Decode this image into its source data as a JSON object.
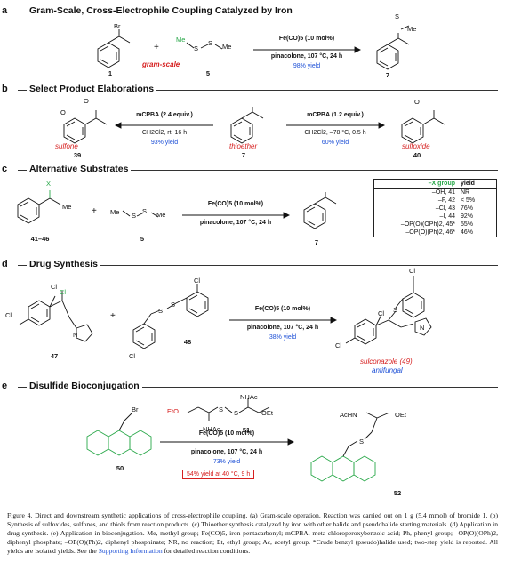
{
  "sections": {
    "a": {
      "letter": "a",
      "title": "Gram-Scale, Cross-Electrophile Coupling Catalyzed by Iron"
    },
    "b": {
      "letter": "b",
      "title": "Select Product Elaborations"
    },
    "c": {
      "letter": "c",
      "title": "Alternative Substrates"
    },
    "d": {
      "letter": "d",
      "title": "Drug Synthesis"
    },
    "e": {
      "letter": "e",
      "title": "Disulfide Bioconjugation"
    }
  },
  "a": {
    "br": "Br",
    "plus": "+",
    "s": "S",
    "me": "Me",
    "label_scale": "gram-scale",
    "num1": "1",
    "num5": "5",
    "num7": "7",
    "cond1": "Fe(CO)5 (10 mol%)",
    "cond2": "pinacolone, 107 °C, 24 h",
    "yield": "98% yield"
  },
  "b": {
    "cond_left1": "mCPBA (2.4 equiv.)",
    "cond_left2": "CH2Cl2, rt, 16 h",
    "yield_left": "93% yield",
    "cond_right1": "mCPBA (1.2 equiv.)",
    "cond_right2": "CH2Cl2, –78 °C, 0.5 h",
    "yield_right": "60% yield",
    "label_sulfone": "sulfone",
    "label_thioether": "thioether",
    "label_sulfoxide": "sulfoxide",
    "num39": "39",
    "num7": "7",
    "num40": "40",
    "o": "O"
  },
  "c": {
    "x": "X",
    "me": "Me",
    "num_range": "41–46",
    "plus": "+",
    "num5": "5",
    "num7": "7",
    "cond1": "Fe(CO)5 (10 mol%)",
    "cond2": "pinacolone, 107 °C, 24 h",
    "table": {
      "h1": "–X group",
      "h2": "yield",
      "rows": [
        {
          "g": "–OH, 41",
          "y": "NR"
        },
        {
          "g": "–F, 42",
          "y": "< 5%"
        },
        {
          "g": "–Cl, 43",
          "y": "76%"
        },
        {
          "g": "–I, 44",
          "y": "92%"
        },
        {
          "g": "–OP(O)(OPh)2, 45*",
          "y": "55%"
        },
        {
          "g": "–OP(O)(Ph)2, 46*",
          "y": "46%"
        }
      ]
    }
  },
  "d": {
    "cl": "Cl",
    "n": "N",
    "num47": "47",
    "num48": "48",
    "plus": "+",
    "cond1": "Fe(CO)5 (10 mol%)",
    "cond2": "pinacolone, 107 °C, 24 h",
    "yield": "38% yield",
    "label_drug": "sulconazole (49)",
    "label_use": "antifungal"
  },
  "e": {
    "br": "Br",
    "eto": "EtO",
    "oet": "OEt",
    "nhac": "NHAc",
    "achn": "AcHN",
    "num50": "50",
    "num51": "51",
    "num52": "52",
    "cond1": "Fe(CO)5 (10 mol%)",
    "cond2": "pinacolone, 107 °C, 24 h",
    "yield": "73% yield",
    "yield_box": "54% yield at 40 °C, 9 h"
  },
  "caption": {
    "text": "Figure 4. Direct and downstream synthetic applications of cross-electrophile coupling. (a) Gram-scale operation. Reaction was carried out on 1 g (5.4 mmol) of bromide 1. (b) Synthesis of sulfoxides, sulfones, and thiols from reaction products. (c) Thioether synthesis catalyzed by iron with other halide and pseudohalide starting materials. (d) Application in drug synthesis. (e) Application in bioconjugation. Me, methyl group; Fe(CO)5, iron pentacarbonyl; mCPBA, meta-chloroperoxybenzoic acid; Ph, phenyl group; –OP(O)(OPh)2, diphenyl phosphate; –OP(O)(Ph)2, diphenyl phosphinate; NR, no reaction; Et, ethyl group; Ac, acetyl group. *Crude benzyl (pseudo)halide used; two-step yield is reported. All yields are isolated yields. See the ",
    "link": "Supporting Information",
    "tail": " for detailed reaction conditions."
  }
}
